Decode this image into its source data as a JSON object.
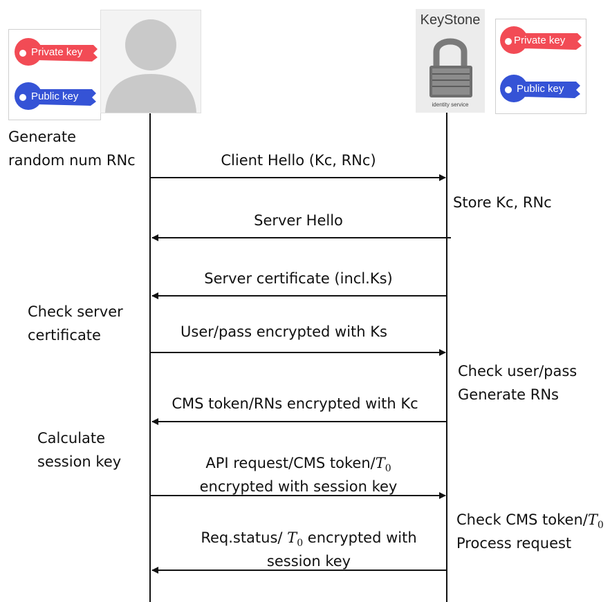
{
  "client": {
    "keys": {
      "private_label": "Private key",
      "public_label": "Public key"
    },
    "notes": {
      "generate_1": "Generate",
      "generate_2": "random num RNc",
      "check_cert_1": "Check server",
      "check_cert_2": "certificate",
      "calc_1": "Calculate",
      "calc_2": "session key"
    }
  },
  "server": {
    "title": "KeyStone",
    "subtitle": "identity service",
    "keys": {
      "private_label": "Private key",
      "public_label": "Public key"
    },
    "notes": {
      "store": "Store Kc, RNc",
      "check_user_1": "Check user/pass",
      "check_user_2": "Generate RNs",
      "check_cms_1": "Check CMS token/",
      "check_cms_2": "Process request"
    }
  },
  "messages": {
    "m1": "Client Hello (Kc, RNc)",
    "m2": "Server Hello",
    "m3": "Server certificate (incl.Ks)",
    "m4": "User/pass encrypted with Ks",
    "m5": "CMS token/RNs encrypted with Kc",
    "m6_1": "API request/CMS token/",
    "m6_2": "encrypted with session key",
    "m7_1": "Req.status/ ",
    "m7_1b": " encrypted with",
    "m7_2": "session key"
  },
  "math": {
    "T": "T",
    "sub": "0"
  },
  "colors": {
    "private_key": "#f24b55",
    "public_key": "#3553d6",
    "arrow": "#111111",
    "lifeline": "#111111"
  }
}
